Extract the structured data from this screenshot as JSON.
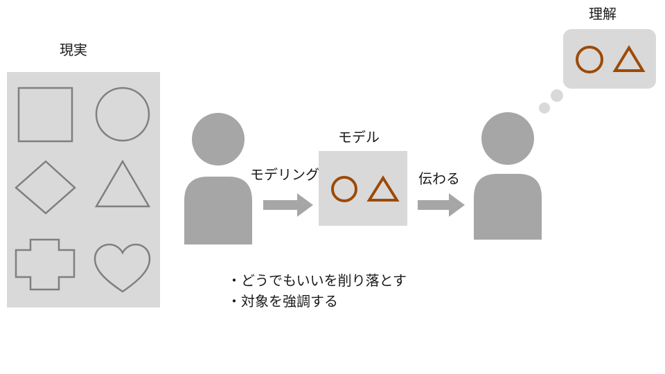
{
  "reality": {
    "title": "現実"
  },
  "left_person": {
    "arrow_label": "モデリング"
  },
  "model": {
    "title": "モデル"
  },
  "right_arrow": {
    "label": "伝わる"
  },
  "understanding": {
    "title": "理解"
  },
  "notes": {
    "items": [
      "・どうでもいいを削り落とす",
      "・対象を強調する"
    ]
  },
  "colors": {
    "panel": "#d9d9d9",
    "person": "#a6a6a6",
    "shape_outline": "#7f7f7f",
    "model_shape": "#9c4a06",
    "arrow": "#a6a6a6"
  }
}
